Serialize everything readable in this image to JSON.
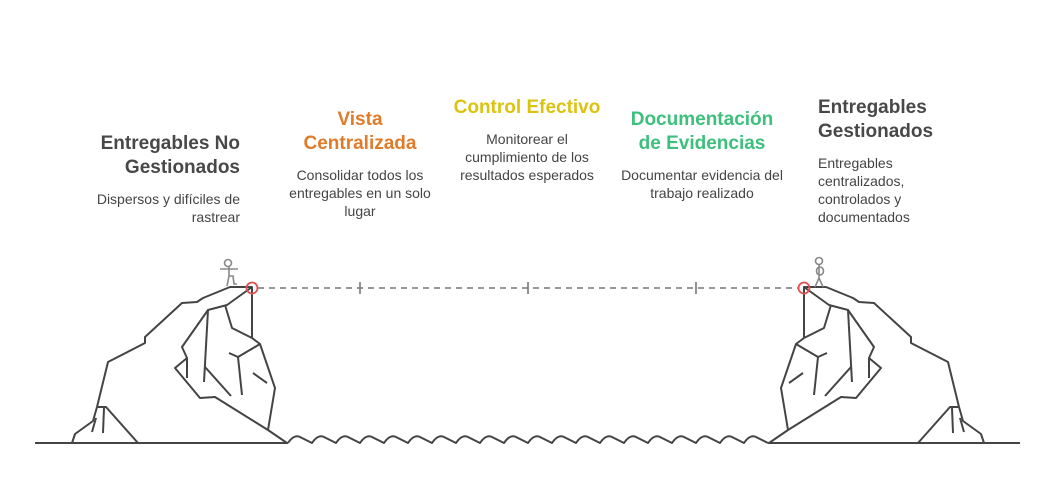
{
  "colors": {
    "line": "#444444",
    "dash": "#777777",
    "marker": "#e05050",
    "figure": "#888888"
  },
  "stages": [
    {
      "title": "Entregables No Gestionados",
      "desc": "Dispersos y difíciles de rastrear",
      "color": "#484848"
    },
    {
      "title": "Vista Centralizada",
      "desc": "Consolidar todos los entregables en un solo lugar",
      "color": "#e07b2a"
    },
    {
      "title": "Control Efectivo",
      "desc": "Monitorear el cumplimiento de los resultados esperados",
      "color": "#dcc310"
    },
    {
      "title": "Documentación de Evidencias",
      "desc": "Documentar evidencia del trabajo realizado",
      "color": "#3cc07c"
    },
    {
      "title": "Entregables Gestionados",
      "desc": "Entregables centralizados, controlados y documentados",
      "color": "#484848"
    }
  ]
}
